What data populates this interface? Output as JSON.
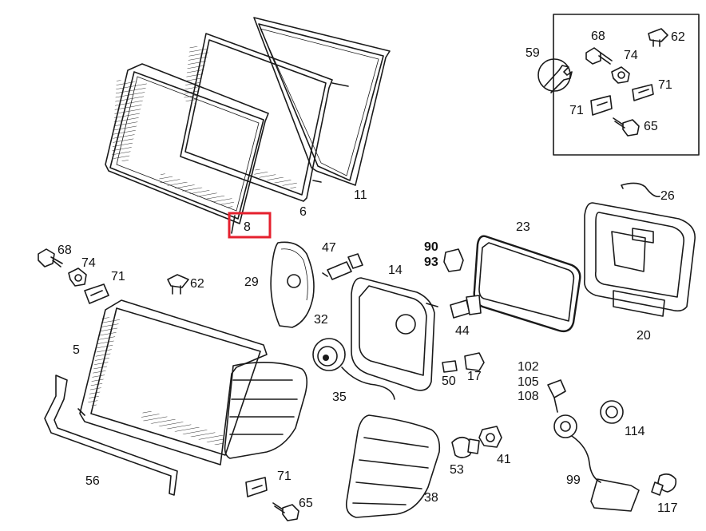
{
  "diagram": {
    "highlight_color": "#e5202e",
    "highlighted_part": "8",
    "labels": [
      {
        "key": "l8",
        "text": "8"
      },
      {
        "key": "l6",
        "text": "6"
      },
      {
        "key": "l11",
        "text": "11"
      },
      {
        "key": "l59",
        "text": "59"
      },
      {
        "key": "l68a",
        "text": "68"
      },
      {
        "key": "l62a",
        "text": "62"
      },
      {
        "key": "l74a",
        "text": "74"
      },
      {
        "key": "l71a",
        "text": "71"
      },
      {
        "key": "l71b",
        "text": "71"
      },
      {
        "key": "l65a",
        "text": "65"
      },
      {
        "key": "l26",
        "text": "26"
      },
      {
        "key": "l23",
        "text": "23"
      },
      {
        "key": "l20",
        "text": "20"
      },
      {
        "key": "l68b",
        "text": "68"
      },
      {
        "key": "l74b",
        "text": "74"
      },
      {
        "key": "l71c",
        "text": "71"
      },
      {
        "key": "l62b",
        "text": "62"
      },
      {
        "key": "l47",
        "text": "47"
      },
      {
        "key": "l29",
        "text": "29"
      },
      {
        "key": "l32",
        "text": "32"
      },
      {
        "key": "l90",
        "text": "90"
      },
      {
        "key": "l93",
        "text": "93"
      },
      {
        "key": "l14",
        "text": "14"
      },
      {
        "key": "l44",
        "text": "44"
      },
      {
        "key": "l5",
        "text": "5"
      },
      {
        "key": "l35",
        "text": "35"
      },
      {
        "key": "l50",
        "text": "50"
      },
      {
        "key": "l17",
        "text": "17"
      },
      {
        "key": "l102",
        "text": "102"
      },
      {
        "key": "l105",
        "text": "105"
      },
      {
        "key": "l108",
        "text": "108"
      },
      {
        "key": "l114",
        "text": "114"
      },
      {
        "key": "l56",
        "text": "56"
      },
      {
        "key": "l71d",
        "text": "71"
      },
      {
        "key": "l65b",
        "text": "65"
      },
      {
        "key": "l53",
        "text": "53"
      },
      {
        "key": "l41",
        "text": "41"
      },
      {
        "key": "l38",
        "text": "38"
      },
      {
        "key": "l99",
        "text": "99"
      },
      {
        "key": "l117",
        "text": "117"
      }
    ]
  }
}
